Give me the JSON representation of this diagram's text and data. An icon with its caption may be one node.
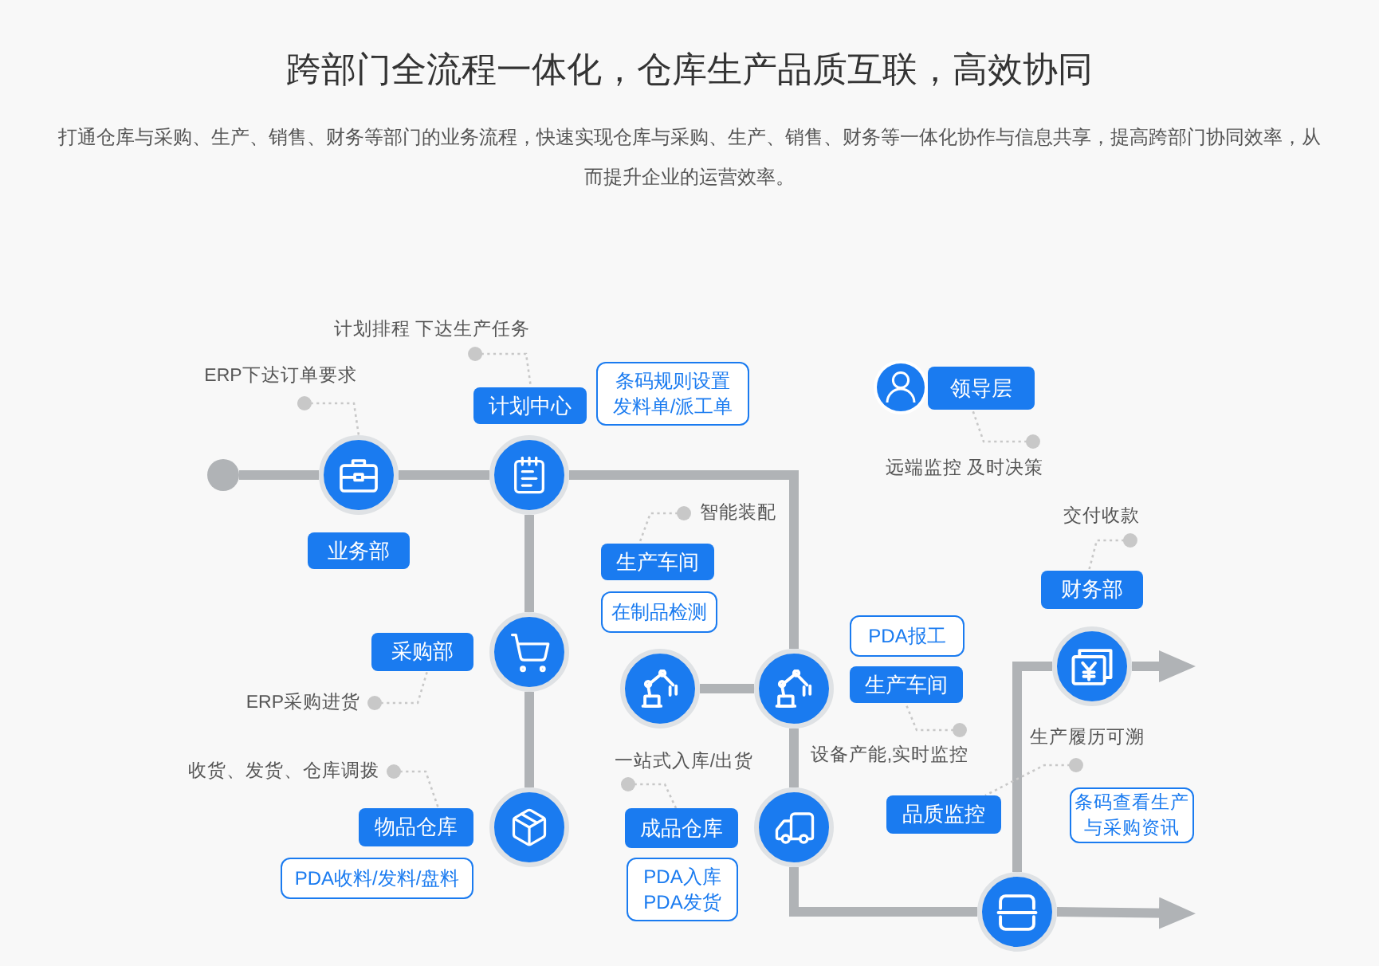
{
  "diagram": {
    "title": "跨部门全流程一体化，仓库生产品质互联，高效协同",
    "nodes": [
      {
        "text": [
          "计划排程 下达生产任务"
        ]
      },
      {
        "text": [
          "ERP下达订单要求"
        ]
      },
      {
        "text": [
          "计划中心"
        ]
      },
      {
        "text": [
          "条码规则设置",
          "发料单/派工单"
        ]
      },
      {
        "text": [
          "领导层"
        ]
      },
      {
        "text": [],
        "shape": "dot"
      },
      {
        "text": [],
        "shape": "circle"
      },
      {
        "text": [],
        "shape": "circle"
      },
      {
        "text": [
          "远端监控 及时决策"
        ]
      },
      {
        "text": [
          "智能装配"
        ]
      },
      {
        "text": [
          "业务部"
        ]
      },
      {
        "text": [
          "生产车间"
        ]
      },
      {
        "text": [
          "交付收款"
        ]
      },
      {
        "text": [
          "在制品检测"
        ]
      },
      {
        "text": [
          "财务部"
        ]
      },
      {
        "text": [
          "PDA报工"
        ]
      },
      {
        "text": [
          "采购部"
        ]
      },
      {
        "text": [],
        "shape": "circle"
      },
      {
        "text": [],
        "shape": "circle"
      },
      {
        "text": [],
        "shape": "circle"
      },
      {
        "text": [],
        "shape": "circle"
      },
      {
        "text": [
          "生产车间"
        ]
      },
      {
        "text": [
          "ERP采购进货"
        ]
      },
      {
        "text": [
          "设备产能,实时监控"
        ]
      },
      {
        "text": [
          "生产履历可溯"
        ]
      },
      {
        "text": [
          "收货、发货、仓库调拨"
        ]
      },
      {
        "text": [
          "一站式入库/出货"
        ]
      },
      {
        "text": [
          "物品仓库"
        ]
      },
      {
        "text": [],
        "shape": "circle"
      },
      {
        "text": [
          "成品仓库"
        ]
      },
      {
        "text": [],
        "shape": "circle"
      },
      {
        "text": [
          "品质监控"
        ]
      },
      {
        "text": [
          "条码查看生产与采购资讯"
        ]
      },
      {
        "text": [
          "PDA收料/发料/盘料"
        ]
      },
      {
        "text": [
          "PDA入库",
          "PDA发货"
        ]
      },
      {
        "text": [],
        "shape": "circle"
      }
    ],
    "edges": [
      {
        "from": 5,
        "to": 6,
        "arrow": "none"
      },
      {
        "from": 6,
        "to": 7,
        "arrow": "none"
      },
      {
        "from": 7,
        "to": 17,
        "arrow": "none"
      },
      {
        "from": 17,
        "to": 28,
        "arrow": "none"
      },
      {
        "from": 7,
        "to": 19,
        "arrow": "none"
      },
      {
        "from": 18,
        "to": 19,
        "arrow": "none"
      },
      {
        "from": 19,
        "to": 30,
        "arrow": "none"
      },
      {
        "from": 30,
        "to": 35,
        "arrow": "none"
      },
      {
        "from": 35,
        "to": null,
        "arrow": "to"
      },
      {
        "from": 35,
        "to": 20,
        "arrow": "none"
      },
      {
        "from": 20,
        "to": null,
        "arrow": "to"
      },
      {
        "from": 1,
        "to": 6,
        "arrow": "other",
        "style": "dashed",
        "color": "#c8c8c8"
      },
      {
        "from": 0,
        "to": 2,
        "arrow": "other",
        "style": "dashed",
        "color": "#c8c8c8"
      },
      {
        "from": 9,
        "to": 11,
        "arrow": "other",
        "style": "dashed",
        "color": "#c8c8c8"
      },
      {
        "from": 8,
        "to": 4,
        "arrow": "other",
        "style": "dashed",
        "color": "#c8c8c8"
      },
      {
        "from": 12,
        "to": 14,
        "arrow": "other",
        "style": "dashed",
        "color": "#c8c8c8"
      },
      {
        "from": 22,
        "to": 16,
        "arrow": "other",
        "style": "dashed",
        "color": "#c8c8c8"
      },
      {
        "from": 23,
        "to": 21,
        "arrow": "other",
        "style": "dashed",
        "color": "#c8c8c8"
      },
      {
        "from": 24,
        "to": 31,
        "arrow": "other",
        "style": "dashed",
        "color": "#c8c8c8"
      },
      {
        "from": 25,
        "to": 27,
        "arrow": "other",
        "style": "dashed",
        "color": "#c8c8c8"
      },
      {
        "from": 26,
        "to": 29,
        "arrow": "other",
        "style": "dashed",
        "color": "#c8c8c8"
      }
    ],
    "labels": [
      "打通仓库与采购、生产、销售、财务等部门的业务流程，快速实现仓库与采购、生产、销售、财务等一体化协作与信息共享，提高跨部门协同效率，从而提升企业的运营效率。"
    ]
  }
}
